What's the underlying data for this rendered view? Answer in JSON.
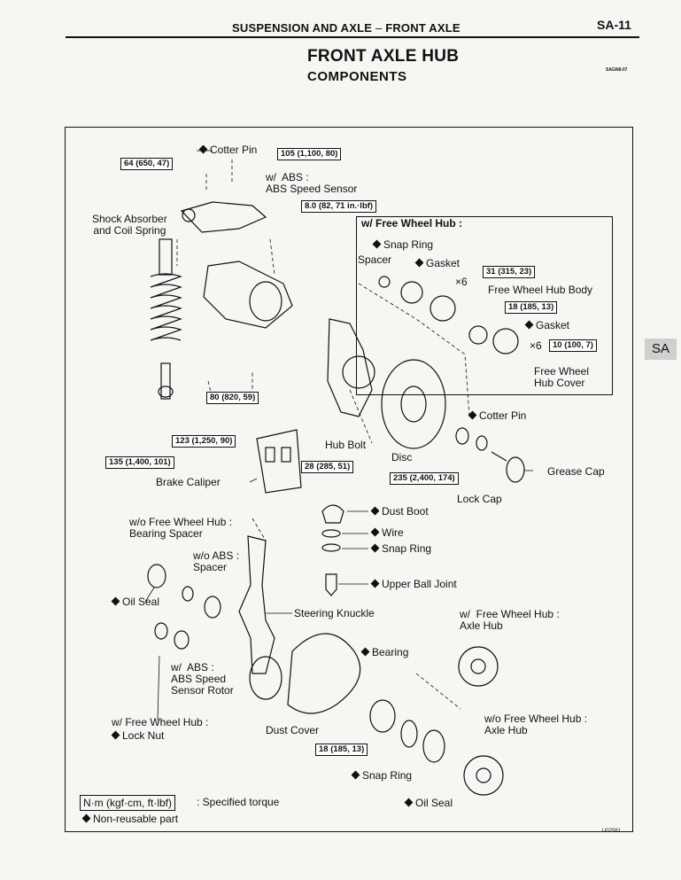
{
  "header": {
    "section": "SUSPENSION AND AXLE",
    "separator": "–",
    "subsection": "FRONT AXLE",
    "page_number": "SA-11"
  },
  "title": "FRONT AXLE HUB",
  "subtitle": "COMPONENTS",
  "figure_code_top": "SAGN8-07",
  "side_tab": "SA",
  "inset_title": "w/  Free Wheel Hub :",
  "labels": {
    "cotter_pin_top": "Cotter Pin",
    "abs_sensor": "w/  ABS :\nABS Speed Sensor",
    "shock_absorber": "Shock Absorber\nand Coil Spring",
    "snap_ring_inset": "Snap Ring",
    "spacer_inset": "Spacer",
    "gasket_inset": "Gasket",
    "x6_a": "×6",
    "free_wheel_hub_body": "Free Wheel Hub Body",
    "gasket_inset_2": "Gasket",
    "x6_b": "×6",
    "free_wheel_hub_cover": "Free Wheel\nHub Cover",
    "cotter_pin_right": "Cotter Pin",
    "hub_bolt": "Hub Bolt",
    "disc": "Disc",
    "grease_cap": "Grease Cap",
    "brake_caliper": "Brake Caliper",
    "lock_cap": "Lock Cap",
    "dust_boot": "Dust Boot",
    "wire": "Wire",
    "snap_ring_mid": "Snap Ring",
    "bearing_spacer": "w/o Free Wheel Hub :\nBearing Spacer",
    "abs_spacer": "w/o ABS :\nSpacer",
    "upper_ball_joint": "Upper Ball Joint",
    "oil_seal_left": "Oil Seal",
    "steering_knuckle": "Steering Knuckle",
    "axle_hub_fwh": "w/  Free Wheel Hub :\nAxle Hub",
    "bearing": "Bearing",
    "abs_rotor": "w/  ABS :\nABS Speed\nSensor Rotor",
    "axle_hub_wo": "w/o Free Wheel Hub :\nAxle Hub",
    "lock_nut": "w/  Free Wheel Hub :",
    "lock_nut_2": "Lock Nut",
    "dust_cover": "Dust Cover",
    "snap_ring_bottom": "Snap Ring",
    "oil_seal_bottom": "Oil Seal"
  },
  "torques": {
    "t64": "64 (650, 47)",
    "t105": "105 (1,100, 80)",
    "t8": "8.0 (82, 71 in.·lbf)",
    "t31": "31 (315, 23)",
    "t18a": "18 (185, 13)",
    "t10": "10 (100, 7)",
    "t80": "80 (820, 59)",
    "t123": "123 (1,250, 90)",
    "t135": "135 (1,400, 101)",
    "t28": "28 (285, 51)",
    "t235": "235 (2,400, 174)",
    "t18b": "18 (185, 13)"
  },
  "legend": {
    "unit": "N·m (kgf·cm, ft·lbf)",
    "unit_desc": ": Specified torque",
    "non_reusable": "Non-reusable part"
  },
  "figure_code_bottom": "U02561"
}
